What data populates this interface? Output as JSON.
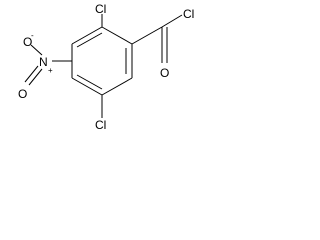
{
  "molecule": {
    "atoms": {
      "cl_top": "Cl",
      "cl_acyl": "Cl",
      "cl_bottom": "Cl",
      "o_carbonyl": "O",
      "o_nitro_minus": "O",
      "n_nitro": "N",
      "o_nitro_double": "O"
    },
    "charges": {
      "o_minus": "-",
      "n_plus": "+"
    }
  }
}
